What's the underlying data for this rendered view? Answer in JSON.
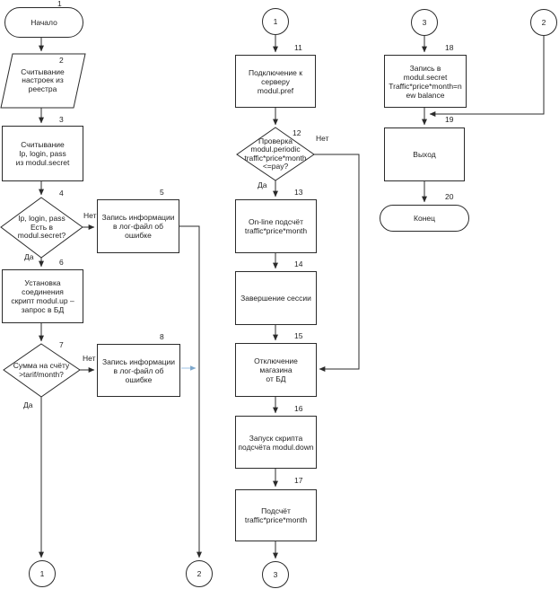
{
  "diagram": {
    "branch_labels": {
      "yes": "Да",
      "no": "Нет"
    },
    "colors": {
      "background": "#ffffff",
      "shape_border": "#2b2b2b",
      "text": "#1f1f1f",
      "link_line": "#9dc3e6"
    },
    "nodes": {
      "n1": {
        "num": "1",
        "type": "terminator",
        "lines": [
          "Начало"
        ]
      },
      "n2": {
        "num": "2",
        "type": "io",
        "lines": [
          "Считывание",
          "настроек из",
          "реестра"
        ]
      },
      "n3": {
        "num": "3",
        "type": "process",
        "lines": [
          "Считывание",
          "Ip, login, pass",
          "из modul.secret"
        ]
      },
      "n4": {
        "num": "4",
        "type": "decision",
        "lines": [
          "Ip, login, pass",
          "Есть в",
          "modul.secret?"
        ]
      },
      "n5": {
        "num": "5",
        "type": "process",
        "lines": [
          "Запись информации",
          "в лог-файл об",
          "ошибке"
        ]
      },
      "n6": {
        "num": "6",
        "type": "process",
        "lines": [
          "Установка",
          "соединения",
          "скрипт modul.up –",
          "запрос в БД"
        ]
      },
      "n7": {
        "num": "7",
        "type": "decision",
        "lines": [
          "Сумма на счёту",
          ">tarif/month?"
        ]
      },
      "n8": {
        "num": "8",
        "type": "process",
        "lines": [
          "Запись информации",
          "в лог-файл об",
          "ошибке"
        ]
      },
      "n11": {
        "num": "11",
        "type": "process",
        "lines": [
          "Подключение к",
          "серверу",
          "modul.pref"
        ]
      },
      "n12": {
        "num": "12",
        "type": "decision",
        "lines": [
          "Проверка",
          "modul.periodic",
          "traffic*price*month",
          "<=pay?"
        ]
      },
      "n13": {
        "num": "13",
        "type": "process",
        "lines": [
          "On-line подсчёт",
          "traffic*price*month"
        ]
      },
      "n14": {
        "num": "14",
        "type": "process",
        "lines": [
          "Завершение сессии"
        ]
      },
      "n15": {
        "num": "15",
        "type": "process",
        "lines": [
          "Отключение",
          "магазина",
          "от БД"
        ]
      },
      "n16": {
        "num": "16",
        "type": "process",
        "lines": [
          "Запуск скрипта",
          "подсчёта modul.down"
        ]
      },
      "n17": {
        "num": "17",
        "type": "process",
        "lines": [
          "Подсчёт",
          "traffic*price*month"
        ]
      },
      "n18": {
        "num": "18",
        "type": "process",
        "lines": [
          "Запись в",
          "modul.secret",
          "Traffic*price*month=n",
          "ew balance"
        ]
      },
      "n19": {
        "num": "19",
        "type": "process",
        "lines": [
          "Выход"
        ]
      },
      "n20": {
        "num": "20",
        "type": "terminator",
        "lines": [
          "Конец"
        ]
      }
    },
    "connector_circles": {
      "top_1": "1",
      "top_3": "3",
      "top_2": "2",
      "bottom_1": "1",
      "bottom_2": "2",
      "bottom_3": "3"
    }
  }
}
